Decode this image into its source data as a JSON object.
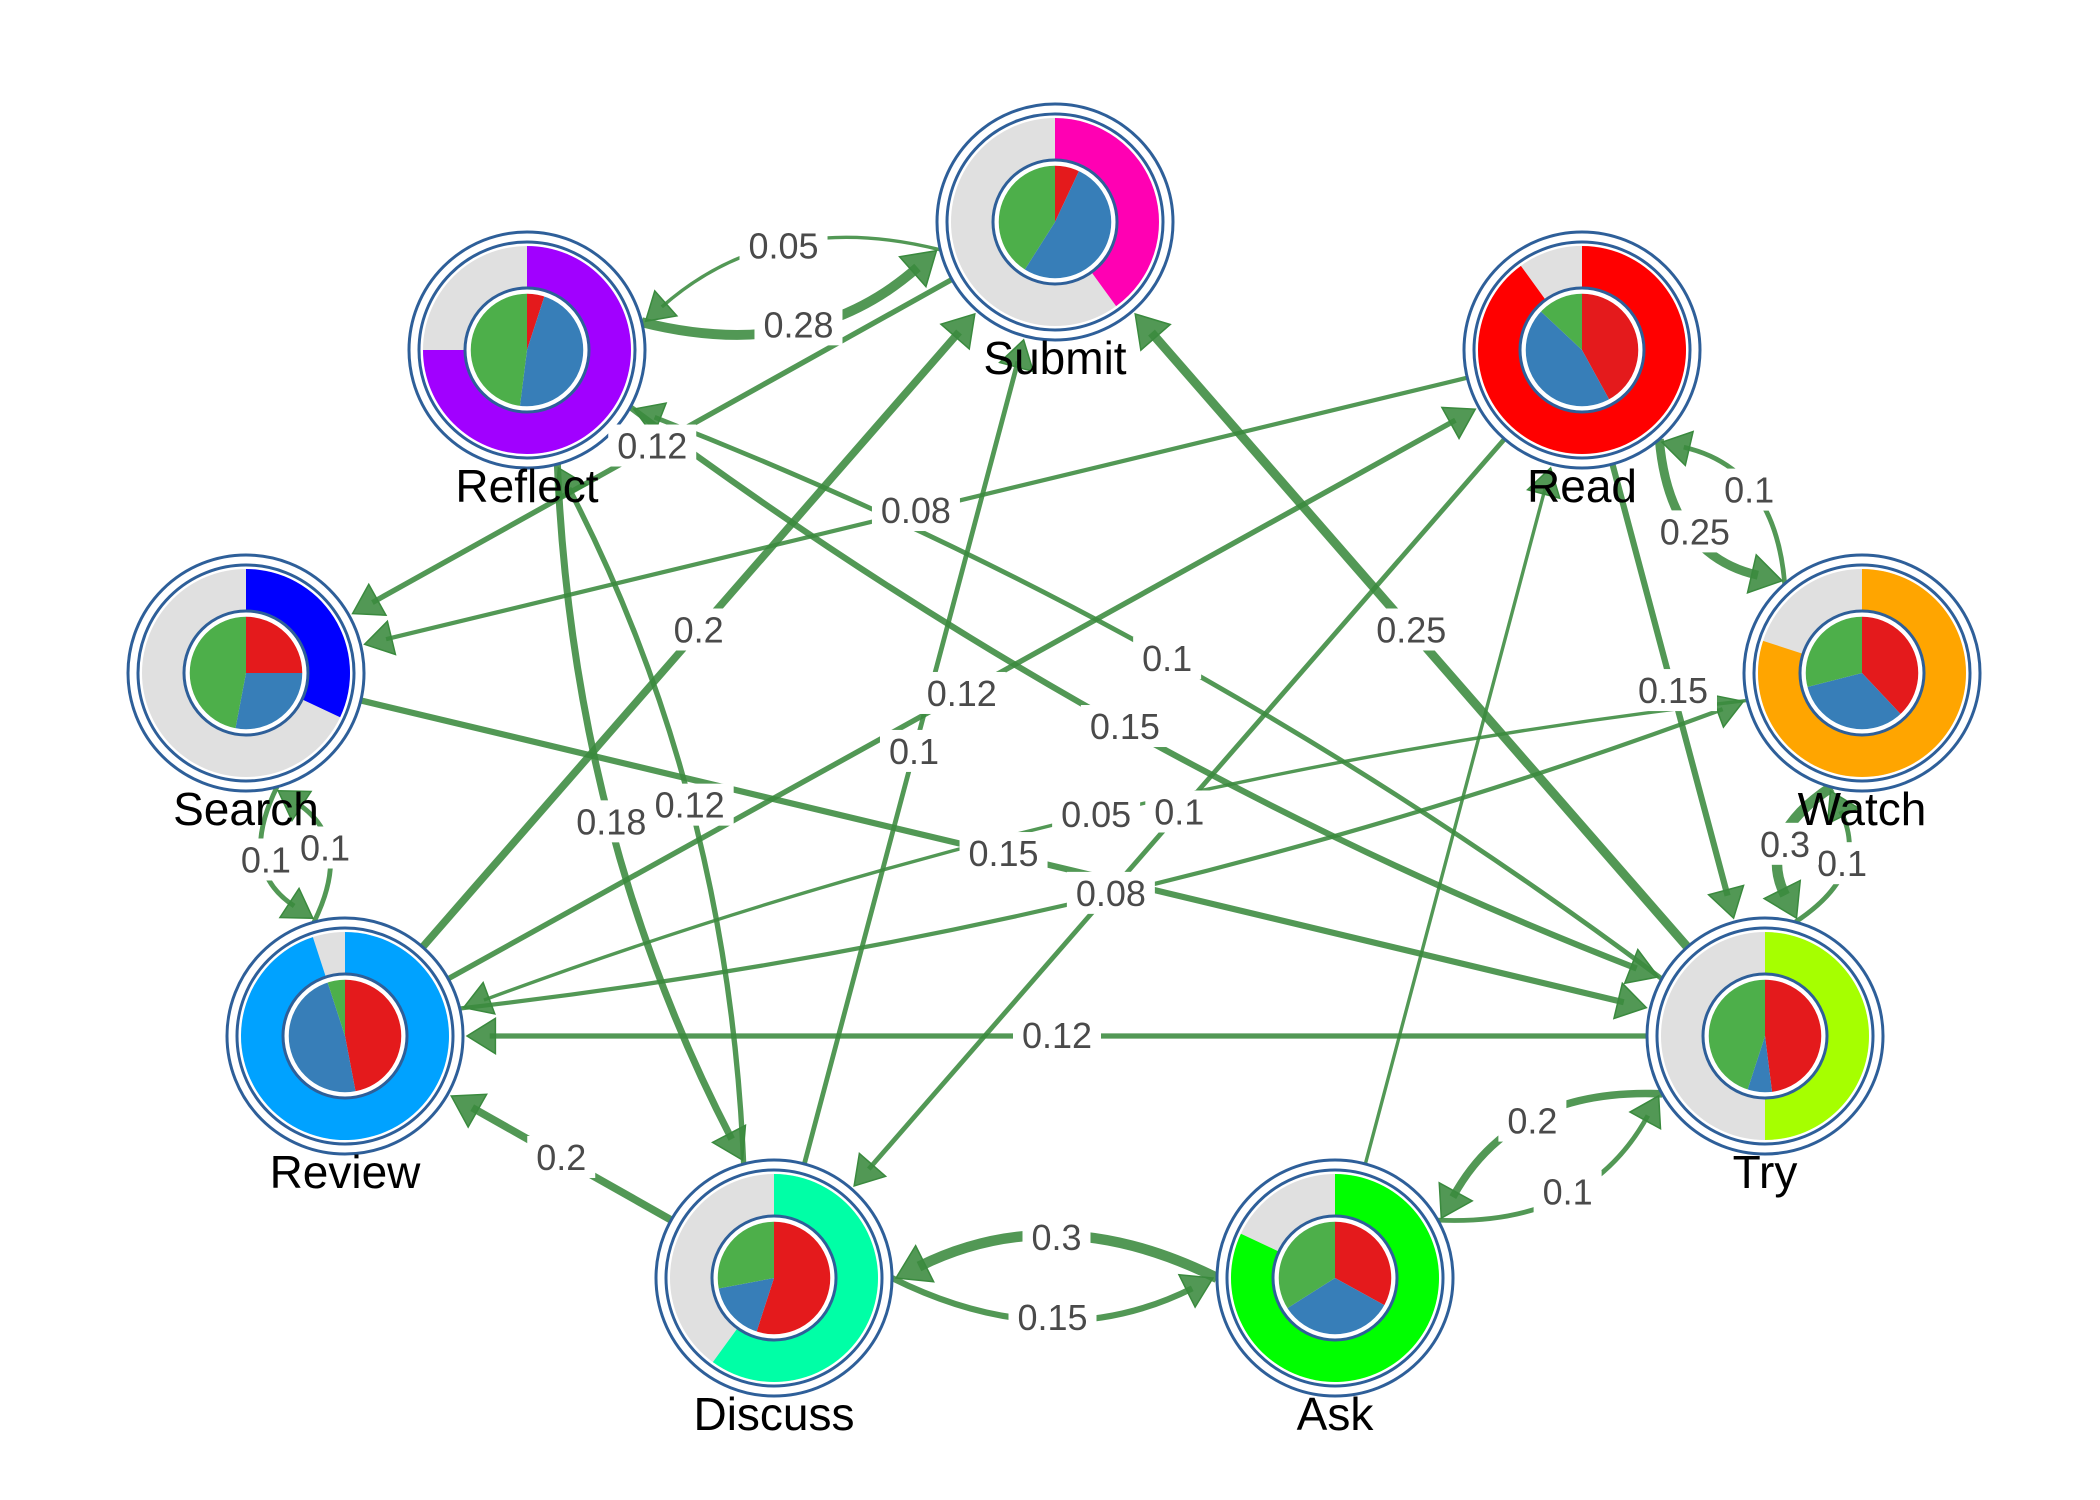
{
  "diagram": {
    "type": "transition-network",
    "edge_color": "#3a8a3e",
    "node_border_color": "#2e5f99",
    "inner_pie_colors": {
      "a": "#e41a1c",
      "b": "#377eb8",
      "c": "#4daf4a"
    },
    "ring_empty_color": "#e0e0e0",
    "nodes": [
      {
        "id": "Submit",
        "label": "Submit",
        "ring_color": "#ff00b3",
        "ring_fraction": 0.4,
        "pie": [
          0.07,
          0.52,
          0.41
        ]
      },
      {
        "id": "Reflect",
        "label": "Reflect",
        "ring_color": "#a100ff",
        "ring_fraction": 0.75,
        "pie": [
          0.05,
          0.47,
          0.48
        ]
      },
      {
        "id": "Read",
        "label": "Read",
        "ring_color": "#ff0000",
        "ring_fraction": 0.9,
        "pie": [
          0.42,
          0.45,
          0.13
        ]
      },
      {
        "id": "Search",
        "label": "Search",
        "ring_color": "#0000ff",
        "ring_fraction": 0.32,
        "pie": [
          0.25,
          0.28,
          0.47
        ]
      },
      {
        "id": "Watch",
        "label": "Watch",
        "ring_color": "#ffa500",
        "ring_fraction": 0.8,
        "pie": [
          0.38,
          0.33,
          0.29
        ]
      },
      {
        "id": "Review",
        "label": "Review",
        "ring_color": "#00a2ff",
        "ring_fraction": 0.95,
        "pie": [
          0.47,
          0.48,
          0.05
        ]
      },
      {
        "id": "Try",
        "label": "Try",
        "ring_color": "#a6ff00",
        "ring_fraction": 0.5,
        "pie": [
          0.48,
          0.07,
          0.45
        ]
      },
      {
        "id": "Discuss",
        "label": "Discuss",
        "ring_color": "#00ffa6",
        "ring_fraction": 0.6,
        "pie": [
          0.55,
          0.17,
          0.28
        ]
      },
      {
        "id": "Ask",
        "label": "Ask",
        "ring_color": "#00ff00",
        "ring_fraction": 0.82,
        "pie": [
          0.33,
          0.33,
          0.34
        ]
      }
    ],
    "edges": [
      {
        "from": "Reflect",
        "to": "Submit",
        "weight": 0.28,
        "label": "0.28"
      },
      {
        "from": "Submit",
        "to": "Reflect",
        "weight": 0.05,
        "label": "0.05"
      },
      {
        "from": "Submit",
        "to": "Search",
        "weight": 0.12,
        "label": "0.12"
      },
      {
        "from": "Review",
        "to": "Submit",
        "weight": 0.2,
        "label": "0.2"
      },
      {
        "from": "Discuss",
        "to": "Submit",
        "weight": 0.1,
        "label": "0.1"
      },
      {
        "from": "Try",
        "to": "Submit",
        "weight": 0.25,
        "label": "0.25"
      },
      {
        "from": "Read",
        "to": "Search",
        "weight": 0.08,
        "label": "0.08"
      },
      {
        "from": "Reflect",
        "to": "Try",
        "weight": 0.15,
        "label": "0.15"
      },
      {
        "from": "Try",
        "to": "Reflect",
        "weight": 0.1,
        "label": "0.1"
      },
      {
        "from": "Review",
        "to": "Read",
        "weight": 0.12,
        "label": "0.12"
      },
      {
        "from": "Reflect",
        "to": "Discuss",
        "weight": 0.18,
        "label": "0.18"
      },
      {
        "from": "Discuss",
        "to": "Reflect",
        "weight": 0.12,
        "label": "0.12"
      },
      {
        "from": "Search",
        "to": "Try",
        "weight": 0.15,
        "label": "0.15"
      },
      {
        "from": "Review",
        "to": "Watch",
        "weight": 0.08,
        "label": "0.08"
      },
      {
        "from": "Read",
        "to": "Discuss",
        "weight": 0.1,
        "label": "0.1"
      },
      {
        "from": "Try",
        "to": "Review",
        "weight": 0.12,
        "label": "0.12"
      },
      {
        "from": "Watch",
        "to": "Review",
        "weight": 0.05,
        "label": "0.05"
      },
      {
        "from": "Read",
        "to": "Try",
        "weight": 0.15,
        "label": "0.15"
      },
      {
        "from": "Watch",
        "to": "Read",
        "weight": 0.1,
        "label": "0.1"
      },
      {
        "from": "Read",
        "to": "Watch",
        "weight": 0.25,
        "label": "0.25"
      },
      {
        "from": "Try",
        "to": "Watch",
        "weight": 0.1,
        "label": "0.1"
      },
      {
        "from": "Watch",
        "to": "Try",
        "weight": 0.3,
        "label": "0.3"
      },
      {
        "from": "Search",
        "to": "Review",
        "weight": 0.1,
        "label": "0.1"
      },
      {
        "from": "Review",
        "to": "Search",
        "weight": 0.1,
        "label": "0.1"
      },
      {
        "from": "Discuss",
        "to": "Review",
        "weight": 0.2,
        "label": "0.2"
      },
      {
        "from": "Discuss",
        "to": "Ask",
        "weight": 0.15,
        "label": "0.15"
      },
      {
        "from": "Ask",
        "to": "Discuss",
        "weight": 0.3,
        "label": "0.3"
      },
      {
        "from": "Ask",
        "to": "Try",
        "weight": 0.1,
        "label": "0.1"
      },
      {
        "from": "Try",
        "to": "Ask",
        "weight": 0.2,
        "label": "0.2"
      },
      {
        "from": "Ask",
        "to": "Read",
        "weight": 0.05,
        "label": ""
      }
    ]
  }
}
